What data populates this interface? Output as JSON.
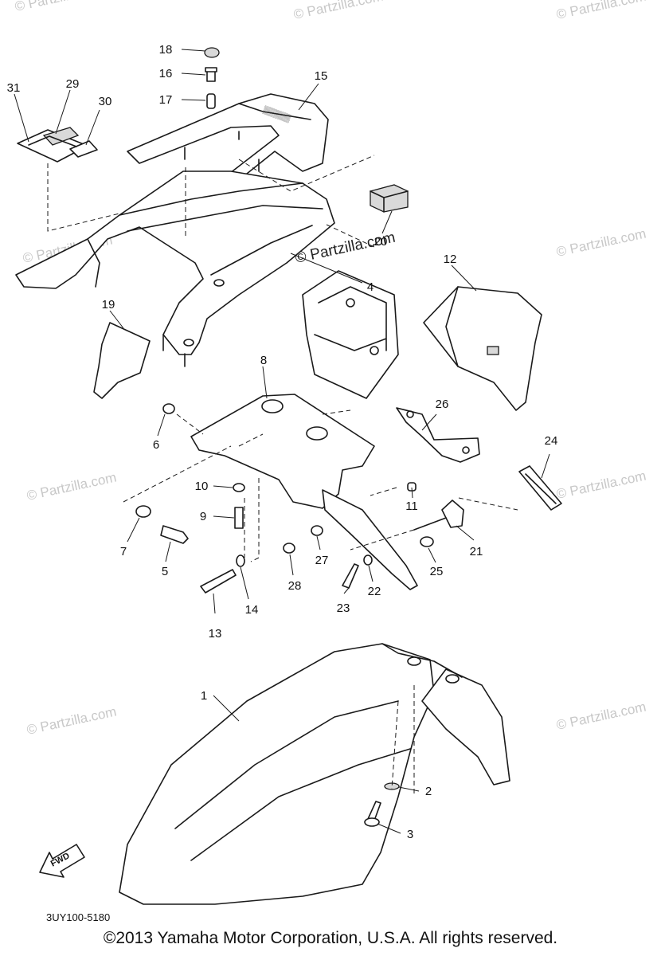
{
  "watermark": {
    "text": "© Partzilla.com"
  },
  "callouts": [
    "1",
    "2",
    "3",
    "4",
    "5",
    "6",
    "7",
    "8",
    "9",
    "10",
    "11",
    "12",
    "13",
    "14",
    "15",
    "16",
    "17",
    "18",
    "19",
    "20",
    "21",
    "22",
    "23",
    "24",
    "25",
    "26",
    "27",
    "28",
    "29",
    "30",
    "31"
  ],
  "direction_arrow": "FWD",
  "diagram_code": "3UY100-5180",
  "copyright": "©2013 Yamaha Motor Corporation, U.S.A. All rights reserved."
}
